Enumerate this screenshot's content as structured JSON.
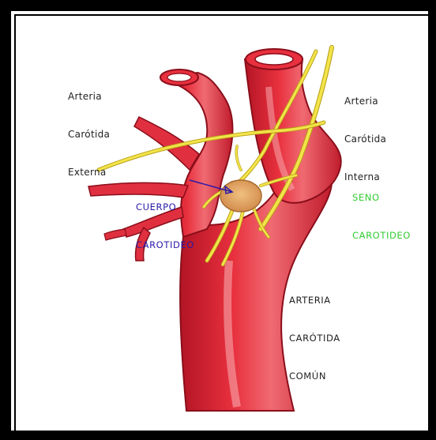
{
  "labels": {
    "external": [
      "Arteria",
      "Carótida",
      "Externa"
    ],
    "internal": [
      "Arteria",
      "Carótida",
      "Interna"
    ],
    "sinus": [
      "SENO",
      "CAROTIDEO"
    ],
    "body": [
      "CUERPO",
      "CAROTIDEO"
    ],
    "common": [
      "ARTERIA",
      "CARÓTIDA",
      "COMÚN"
    ]
  },
  "colors": {
    "artery": "#e8303e",
    "artery_dark": "#b31525",
    "artery_light": "#f4a3a8",
    "nerve": "#f2e44a",
    "nerve_edge": "#b59d12",
    "body": "#e0a060",
    "sinus_label": "#33cc33",
    "body_label": "#2a1aa8"
  }
}
